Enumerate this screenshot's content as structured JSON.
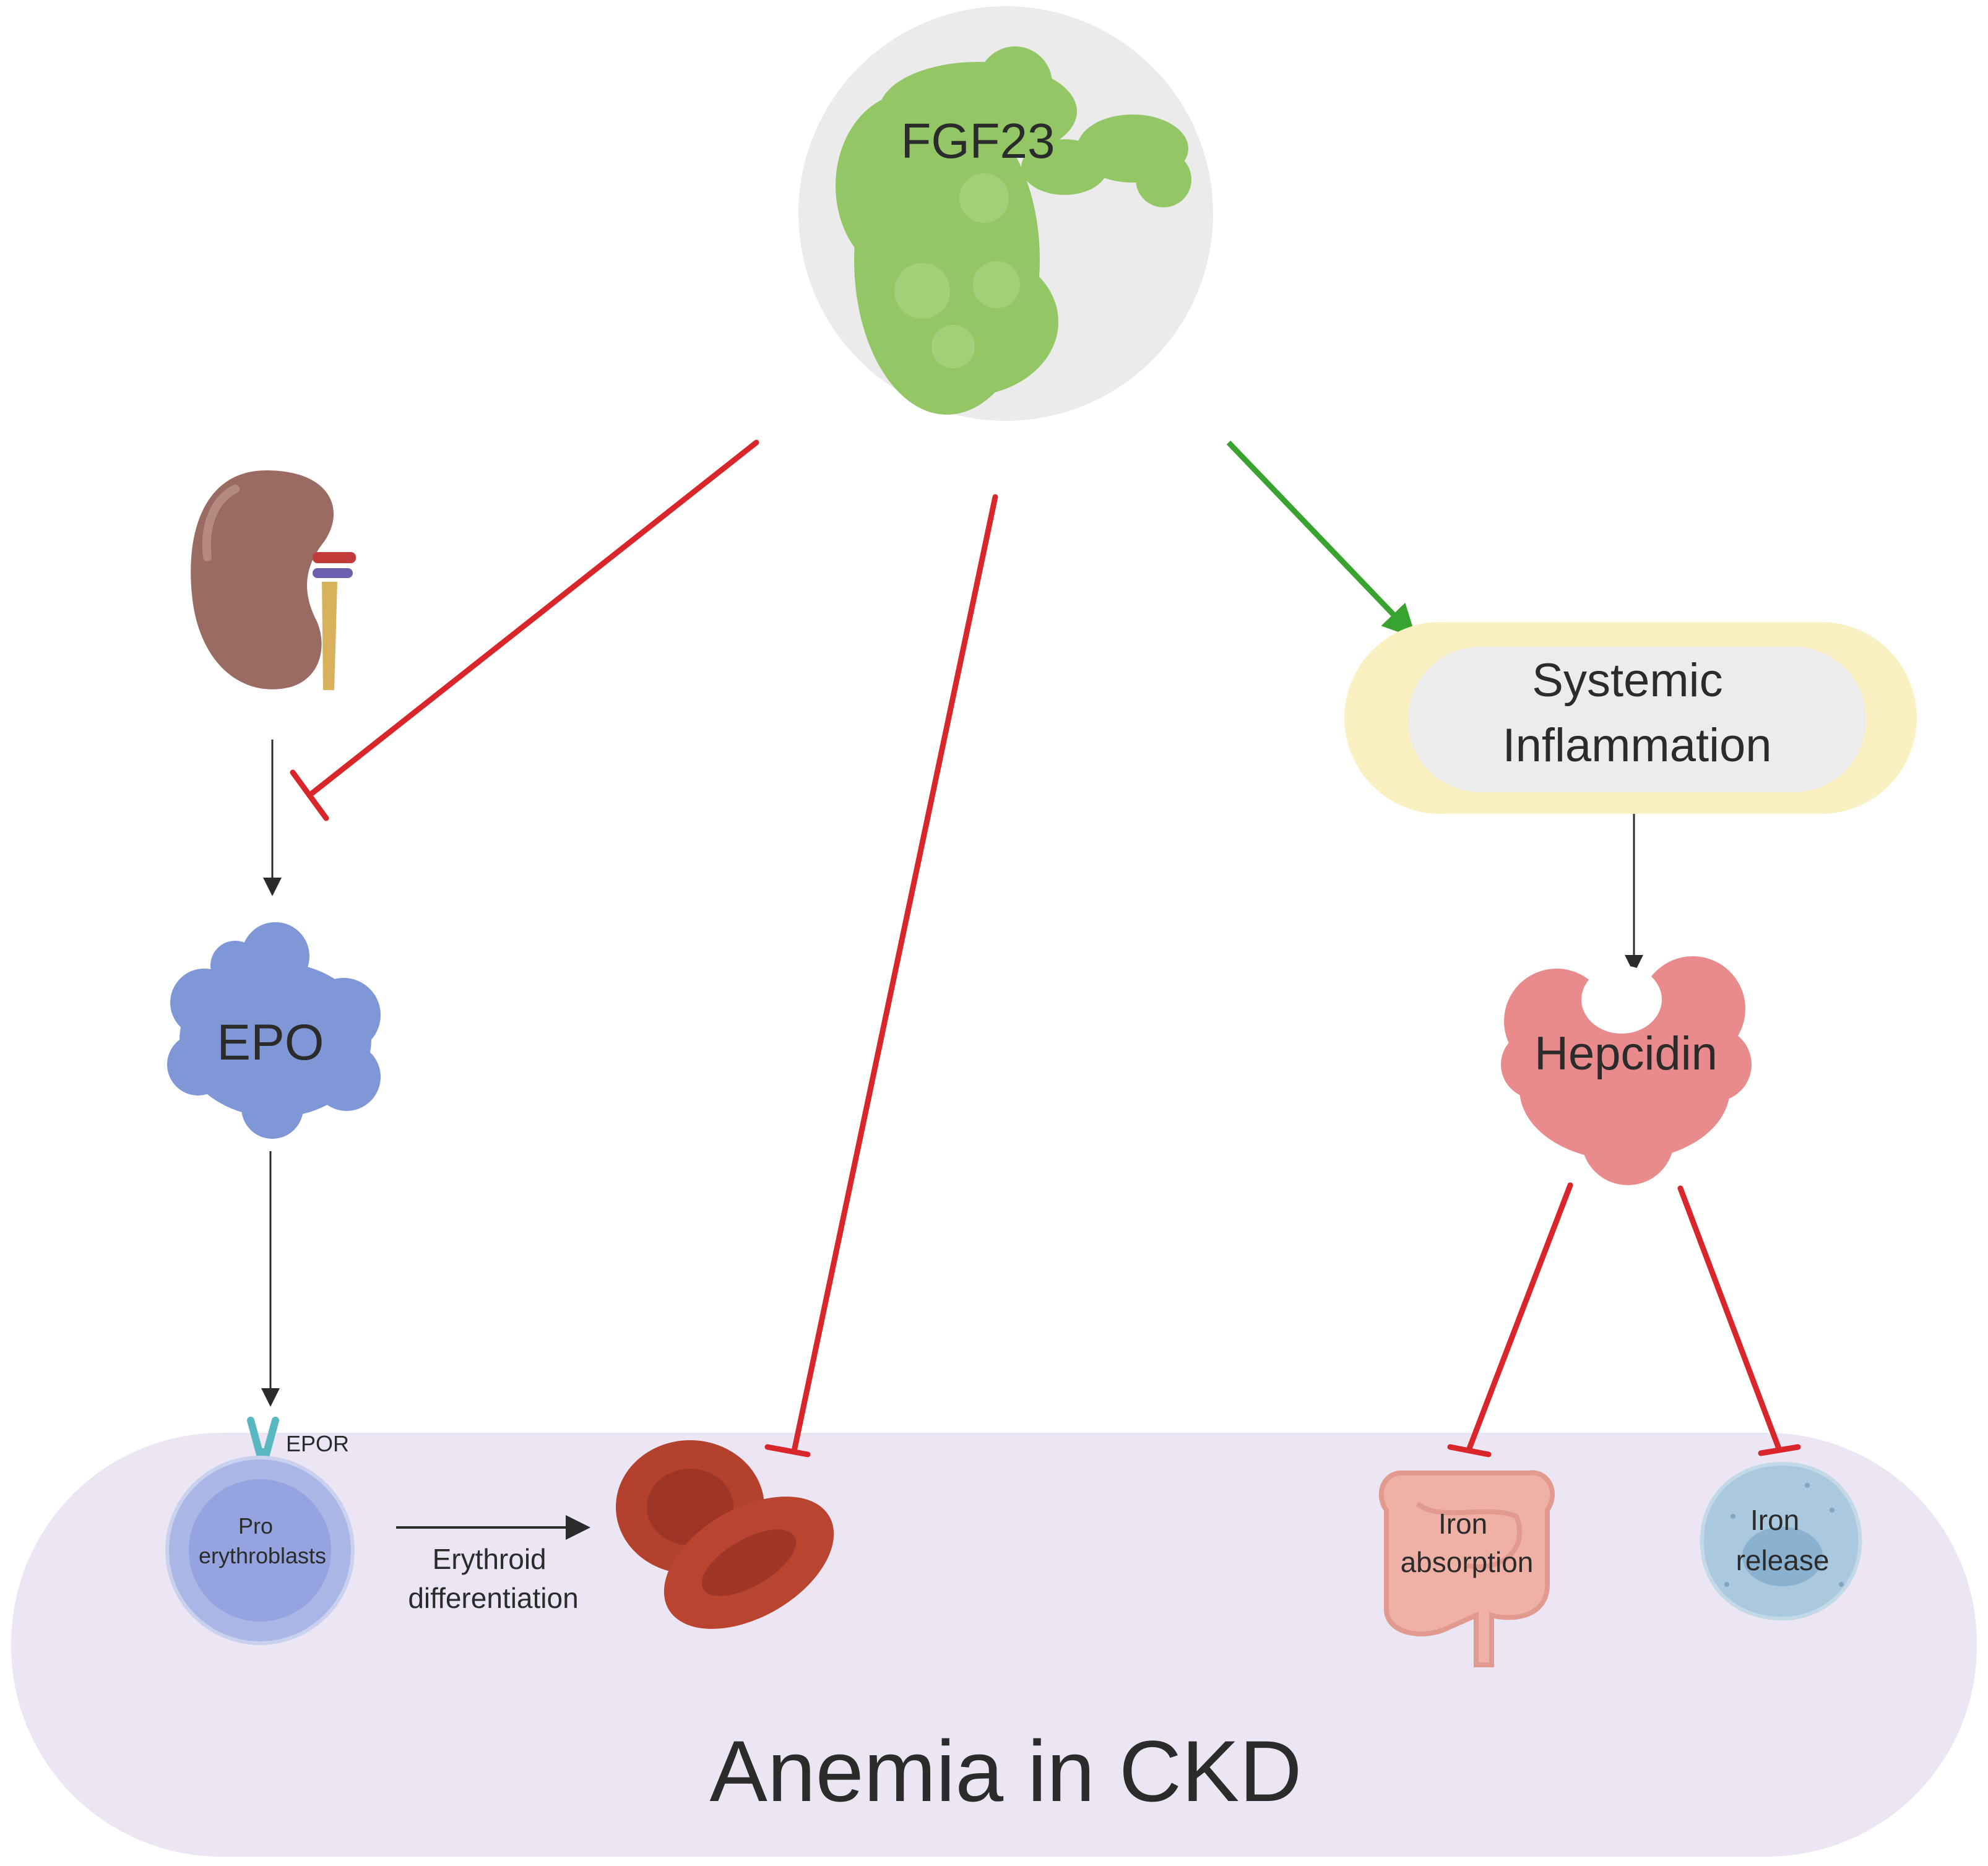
{
  "title": "Anemia in CKD",
  "nodes": {
    "fgf23": "FGF23",
    "epo": "EPO",
    "epor": "EPOR",
    "proerythroblasts": [
      "Pro",
      "erythroblasts"
    ],
    "erythroid_differentiation": [
      "Erythroid",
      "differentiation"
    ],
    "systemic_inflammation": [
      "Systemic",
      "Inflammation"
    ],
    "hepcidin": "Hepcidin",
    "iron_absorption": [
      "Iron",
      "absorption"
    ],
    "iron_release": [
      "Iron",
      "release"
    ]
  },
  "colors": {
    "inhibit": "#d8262b",
    "activate": "#38a32e",
    "arrow": "#2b2b2b",
    "base_band": "#ece6f4",
    "fgf23_circle": "#ebebeb",
    "fgf23_protein": "#93c765",
    "epo_protein": "#7f97d6",
    "hepcidin_protein": "#e98b8c",
    "inflammation_outer": "#fbf0c2",
    "inflammation_inner": "#ececec",
    "kidney": "#9a6b62",
    "rbc": "#b4412e",
    "intestine": "#efb1a6",
    "macrophage": "#aac8de"
  },
  "icons": [
    "kidney-icon",
    "epo-protein-icon",
    "fgf23-protein-icon",
    "hepcidin-protein-icon",
    "epor-receptor-icon",
    "proerythroblast-cell-icon",
    "red-blood-cell-icon",
    "intestine-icon",
    "macrophage-icon"
  ]
}
